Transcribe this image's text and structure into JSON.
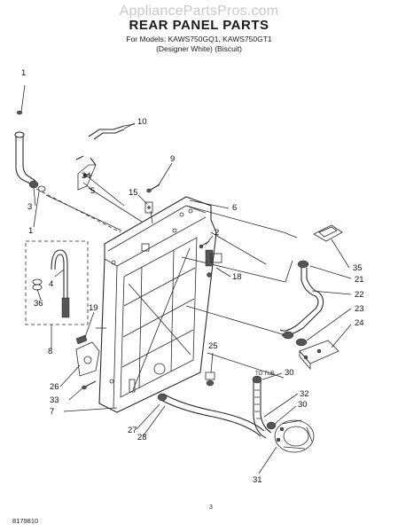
{
  "watermark": "AppliancePartsPros.com",
  "title": "REAR PANEL PARTS",
  "subtitle_line1": "For Models: KAWS750GQ1, KAWS750GT1",
  "subtitle_line2": "(Designer White)      (Biscuit)",
  "callouts": [
    "1",
    "10",
    "34",
    "9",
    "5",
    "15",
    "6",
    "3",
    "1",
    "2",
    "35",
    "21",
    "4",
    "18",
    "22",
    "36",
    "19",
    "23",
    "24",
    "8",
    "25",
    "30",
    "26",
    "33",
    "32",
    "7",
    "30",
    "27",
    "28",
    "31"
  ],
  "to_tub_label": "TO TUB",
  "page_number": "3",
  "document_number": "8179810"
}
